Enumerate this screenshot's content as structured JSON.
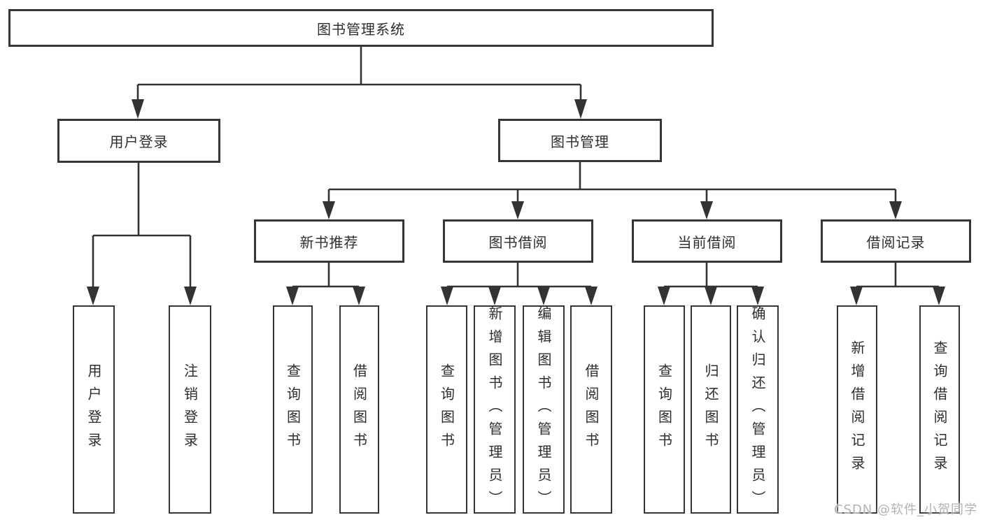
{
  "nodes": {
    "root": "图书管理系统",
    "user_login": "用户登录",
    "book_mgmt": "图书管理",
    "new_book_rec": "新书推荐",
    "book_borrow": "图书借阅",
    "current_borrow": "当前借阅",
    "borrow_record": "借阅记录",
    "leaf_user_login": "用户登录",
    "leaf_logout": "注销登录",
    "leaf_rec_query": "查询图书",
    "leaf_rec_borrow": "借阅图书",
    "leaf_bb_query": "查询图书",
    "leaf_bb_add": "新增图书（管理员）",
    "leaf_bb_edit": "编辑图书（管理员）",
    "leaf_bb_borrow": "借阅图书",
    "leaf_cb_query": "查询图书",
    "leaf_cb_return": "归还图书",
    "leaf_cb_confirm": "确认归还（管理员）",
    "leaf_br_add": "新增借阅记录",
    "leaf_br_query": "查询借阅记录"
  },
  "watermark": "CSDN @软件_小贺同学",
  "colors": {
    "line": "#333333",
    "box_border": "#363636",
    "text": "#2d2d2d",
    "watermark": "#b2b2b6"
  }
}
